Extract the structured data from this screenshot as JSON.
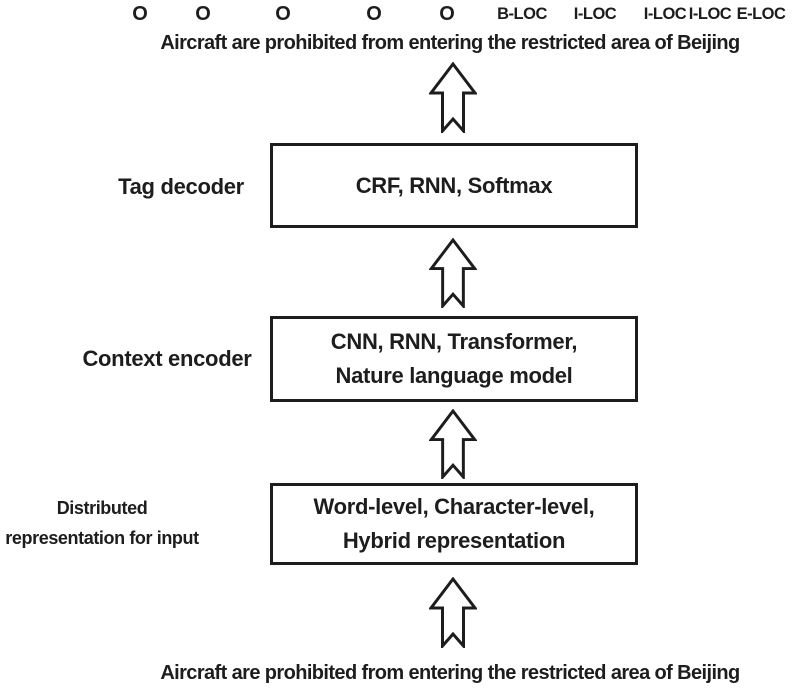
{
  "colors": {
    "ink": "#1d1d1d",
    "background": "#ffffff"
  },
  "tags": [
    {
      "label": "O"
    },
    {
      "label": "O"
    },
    {
      "label": "O"
    },
    {
      "label": "O"
    },
    {
      "label": "O"
    },
    {
      "label": "B-LOC"
    },
    {
      "label": "I-LOC"
    },
    {
      "label": "I-LOC"
    },
    {
      "label": "I-LOC"
    },
    {
      "label": "E-LOC"
    }
  ],
  "output_sentence": "Aircraft are prohibited from entering the restricted area of Beijing",
  "input_sentence": "Aircraft are prohibited from entering the restricted area of Beijing",
  "layers": [
    {
      "label_lines": [
        "Tag decoder"
      ],
      "box_lines": [
        "CRF, RNN, Softmax"
      ]
    },
    {
      "label_lines": [
        "Context encoder"
      ],
      "box_lines": [
        "CNN, RNN, Transformer,",
        "Nature language model"
      ]
    },
    {
      "label_lines": [
        "Distributed",
        "representation for input"
      ],
      "box_lines": [
        "Word-level, Character-level,",
        "Hybrid representation"
      ]
    }
  ],
  "icons": {
    "arrow": "block-arrow-up"
  }
}
